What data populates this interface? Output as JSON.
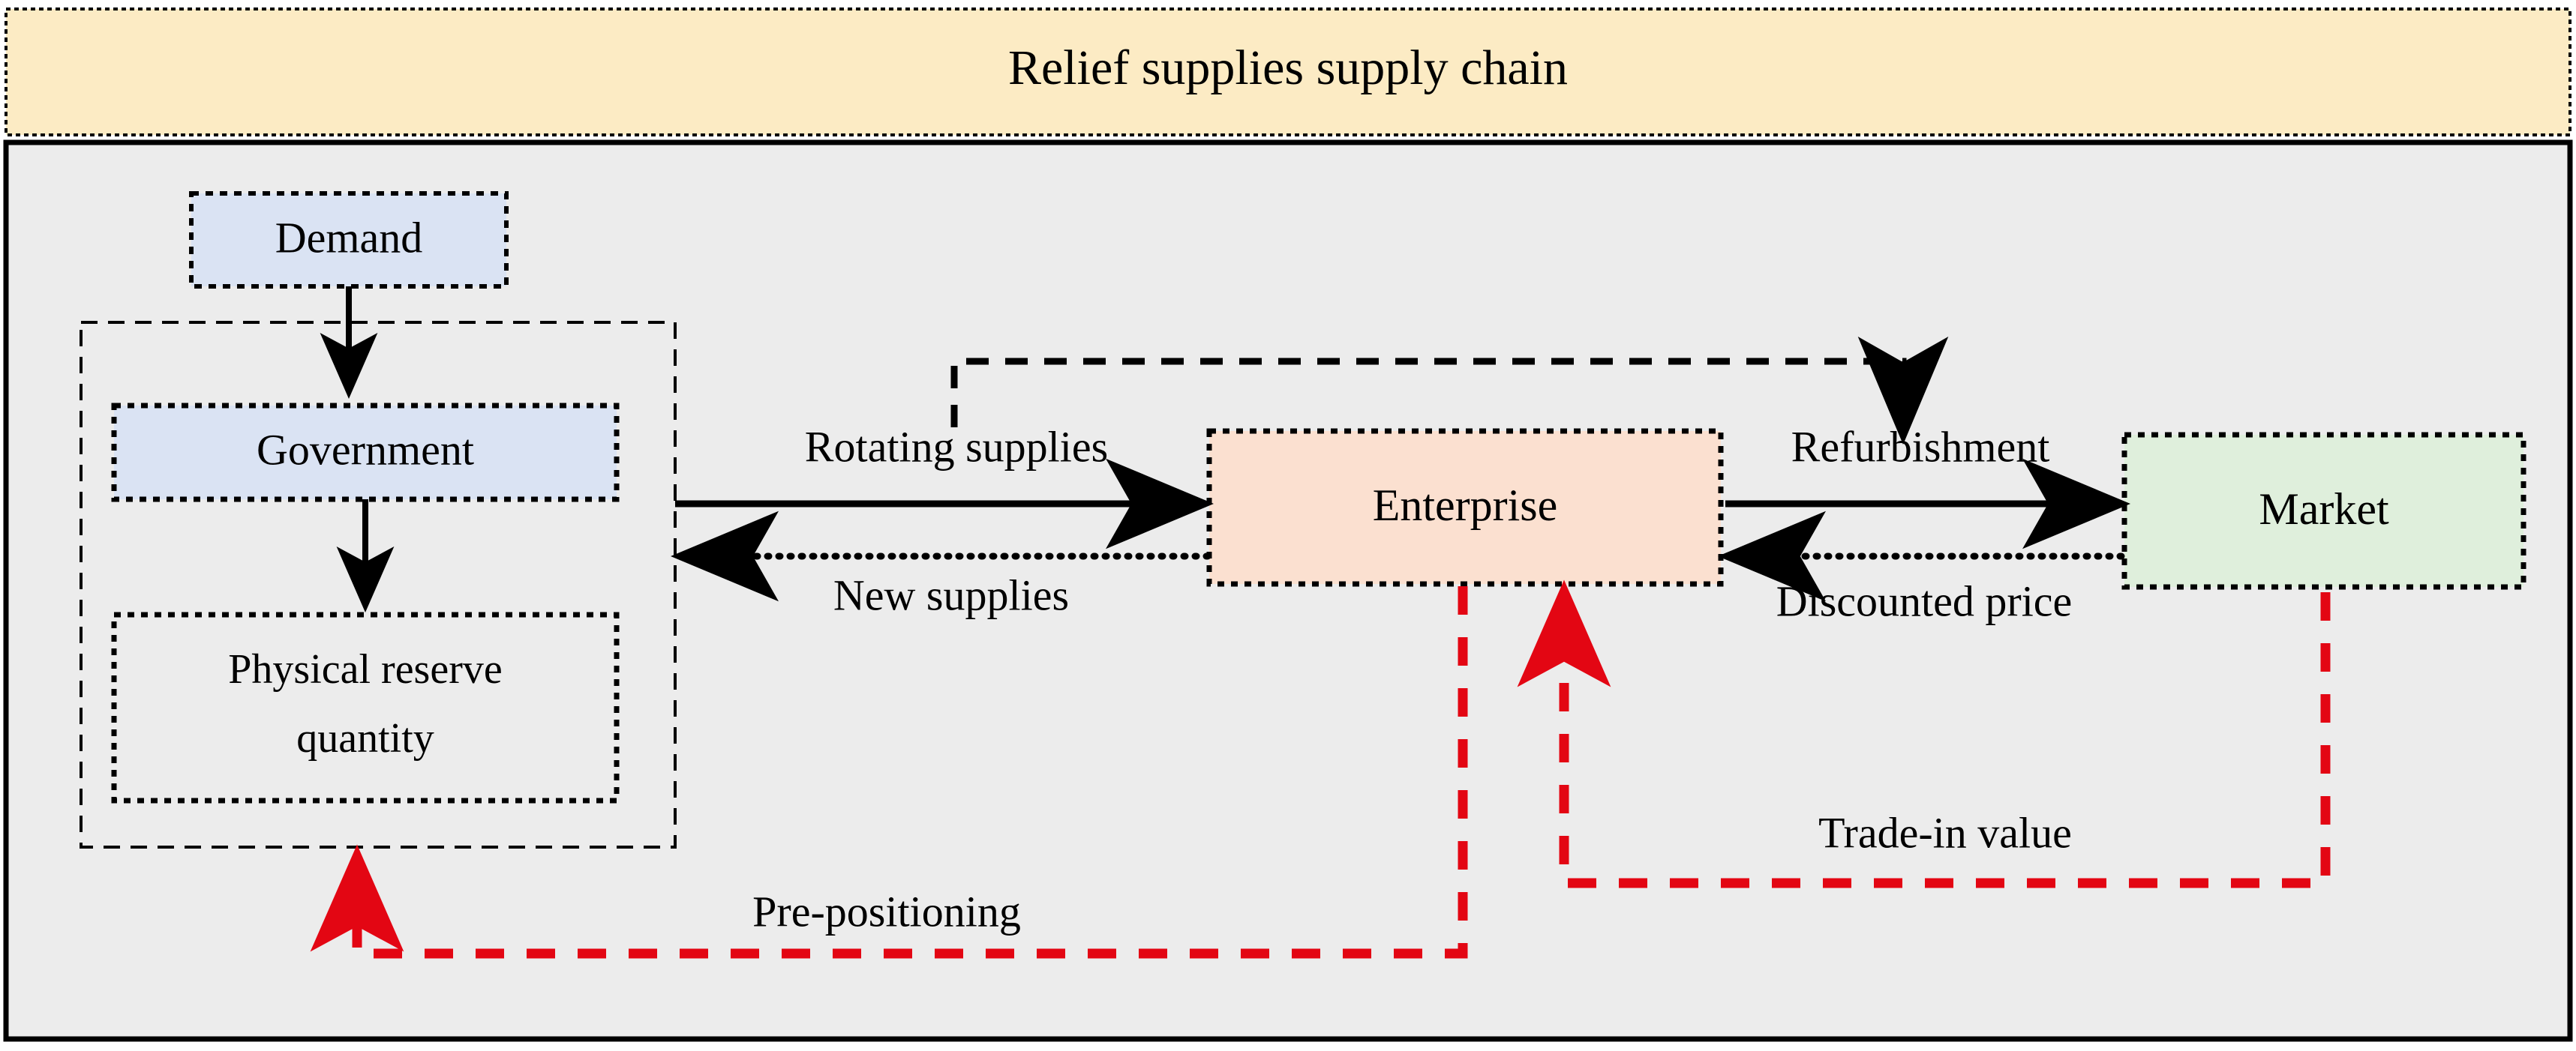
{
  "diagram": {
    "title": "Relief supplies supply chain",
    "header_bg": "#FCEBC4",
    "body_bg": "#ECECEC",
    "nodes": {
      "demand": {
        "label": "Demand",
        "fill": "#DAE3F3"
      },
      "government": {
        "label": "Government",
        "fill": "#DAE3F3"
      },
      "reserve": {
        "label_line1": "Physical reserve",
        "label_line2": "quantity",
        "fill": "none"
      },
      "enterprise": {
        "label": "Enterprise",
        "fill": "#FBE0D0"
      },
      "market": {
        "label": "Market",
        "fill": "#DFEFDC"
      }
    },
    "edges": {
      "rotating_supplies": {
        "label": "Rotating supplies",
        "style": "solid",
        "color": "#000000"
      },
      "new_supplies": {
        "label": "New supplies",
        "style": "dotted",
        "color": "#000000"
      },
      "refurbishment": {
        "label": "Refurbishment",
        "style": "solid",
        "color": "#000000"
      },
      "discounted_price": {
        "label": "Discounted price",
        "style": "dotted",
        "color": "#000000"
      },
      "pre_positioning": {
        "label": "Pre-positioning",
        "style": "dashed",
        "color": "#E30613"
      },
      "trade_in_value": {
        "label": "Trade-in value",
        "style": "dashed",
        "color": "#E30613"
      },
      "market_to_rotating": {
        "label": "",
        "style": "dashed",
        "color": "#000000"
      }
    }
  }
}
